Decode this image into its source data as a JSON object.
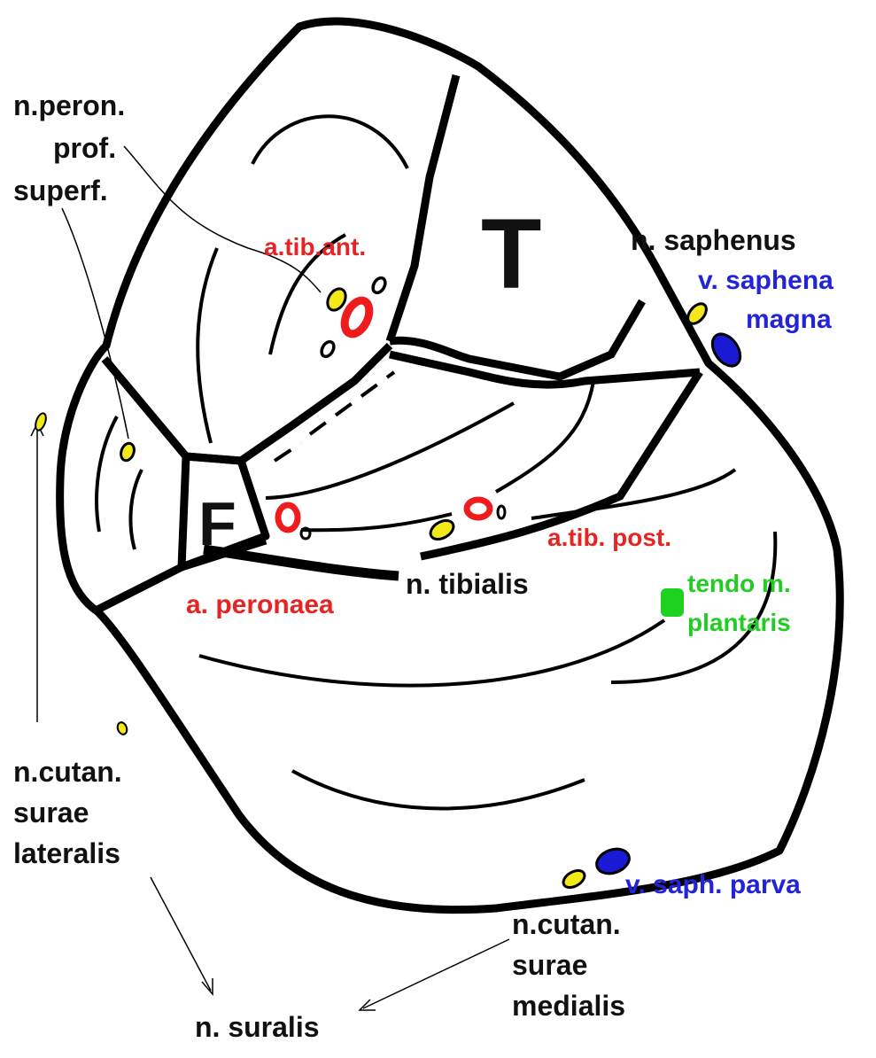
{
  "diagram": {
    "bone_labels": {
      "tibia": "T",
      "fibula": "F"
    },
    "labels": {
      "n_peron": "n.peron.",
      "prof": "prof.",
      "superf": "superf.",
      "a_tib_ant": "a.tib.ant.",
      "n_saphenus": "n. saphenus",
      "v_saphena_1": "v. saphena",
      "v_saphena_2": "magna",
      "a_tib_post": "a.tib. post.",
      "tendo_1": "tendo m.",
      "tendo_2": "plantaris",
      "n_tibialis": "n. tibialis",
      "a_peronaea": "a. peronaea",
      "n_cutan_lat_1": "n.cutan.",
      "n_cutan_lat_2": "surae",
      "n_cutan_lat_3": "lateralis",
      "v_saph_parva": "v. saph. parva",
      "n_cutan_med_1": "n.cutan.",
      "n_cutan_med_2": "surae",
      "n_cutan_med_3": "medialis",
      "n_suralis": "n. suralis"
    },
    "colors": {
      "outline": "#000000",
      "nerve": "#f2e81a",
      "artery": "#ee1c1c",
      "vein": "#1a1ad4",
      "tendon": "#1ed11e",
      "label_black": "#111111",
      "label_red": "#e52424",
      "label_blue": "#2323d8",
      "label_green": "#22cc22"
    }
  }
}
